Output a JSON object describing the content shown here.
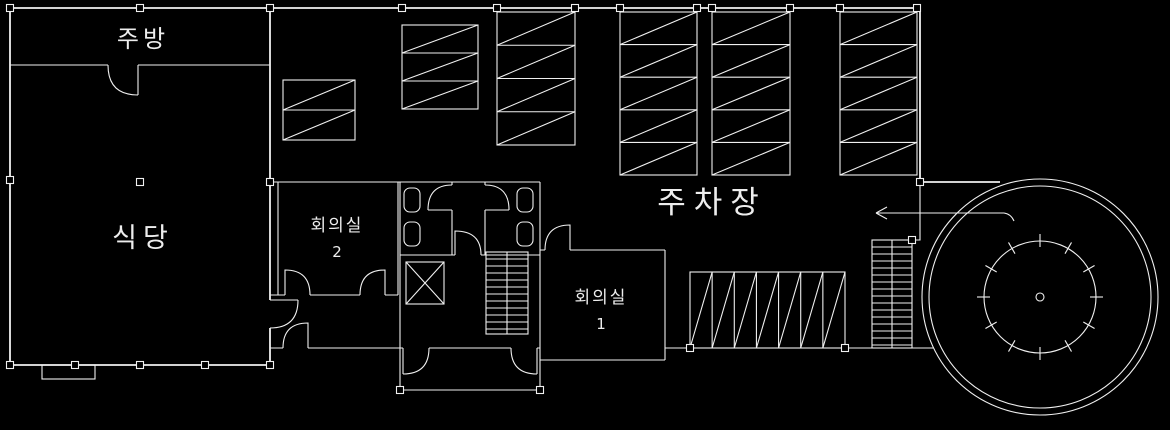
{
  "floorplan": {
    "labels": {
      "kitchen": "주방",
      "dining": "식당",
      "meeting_room_2_title": "회의실",
      "meeting_room_2_number": "2",
      "meeting_room_1_title": "회의실",
      "meeting_room_1_number": "1",
      "parking": "주차장"
    },
    "colors": {
      "background": "#000000",
      "line": "#f0f0f0",
      "text": "#ededed"
    }
  }
}
